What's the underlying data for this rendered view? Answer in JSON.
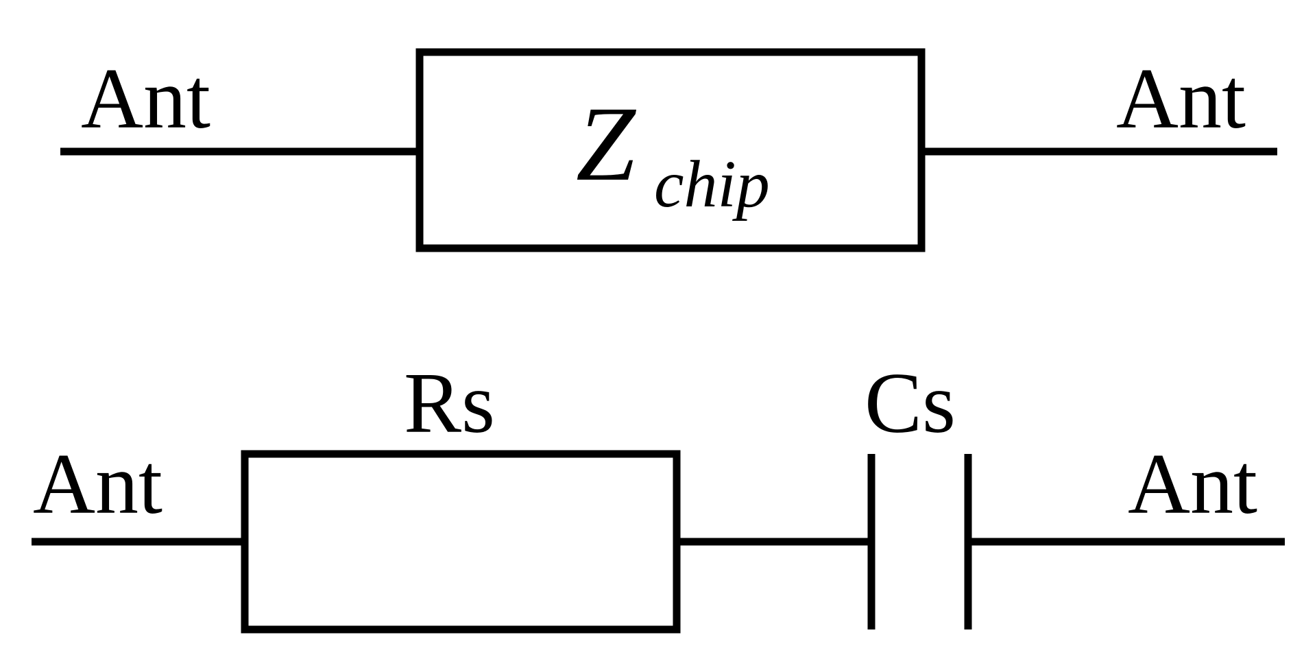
{
  "top_circuit": {
    "left_terminal": "Ant",
    "right_terminal": "Ant",
    "component_main": "Z",
    "component_sub": "chip"
  },
  "bottom_circuit": {
    "left_terminal": "Ant",
    "right_terminal": "Ant",
    "resistor_label": "Rs",
    "capacitor_label": "Cs"
  },
  "colors": {
    "stroke": "#000000",
    "background": "#ffffff"
  }
}
